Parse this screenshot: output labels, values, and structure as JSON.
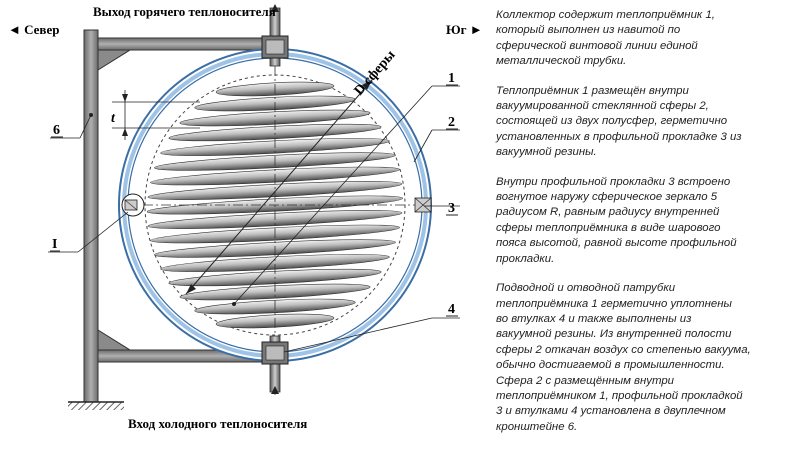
{
  "diagram": {
    "label_top": "Выход горячего теплоносителя",
    "label_bottom": "Вход холодного теплоносителя",
    "label_north": "◄ Север",
    "label_south": "Юг ►",
    "label_diameter": "D сферы",
    "label_pitch": "t",
    "callouts": [
      "1",
      "2",
      "3",
      "4",
      "6",
      "I"
    ]
  },
  "description": {
    "paragraphs": [
      "Коллектор содержит теплоприёмник 1,\nкоторый выполнен из навитой по\nсферической винтовой линии единой\nметаллической трубки.",
      "Теплоприёмник 1 размещён внутри\nвакуумированной стеклянной сферы 2,\nсостоящей из двух полусфер, герметично\nустановленных в профильной прокладке 3 из\nвакуумной резины.",
      "Внутри профильной прокладки 3 встроено\nвогнутое наружу сферическое зеркало 5\nрадиусом R, равным радиусу внутренней\nсферы теплоприёмника в виде шарового\nпояса высотой, равной высоте профильной\nпрокладки.",
      "Подводной и отводной патрубки\nтеплоприёмника 1 герметично уплотнены\nво втулках 4 и также выполнены из\nвакуумной резины. Из внутренней полости\nсферы 2 откачан воздух со степенью вакуума,\nобычно достигаемой в промышленности.\nСфера 2 с размещённым внутри\nтеплоприёмником 1, профильной прокладкой\n3 и втулками 4 установлена в двуплечном\nкронштейне 6."
    ]
  }
}
